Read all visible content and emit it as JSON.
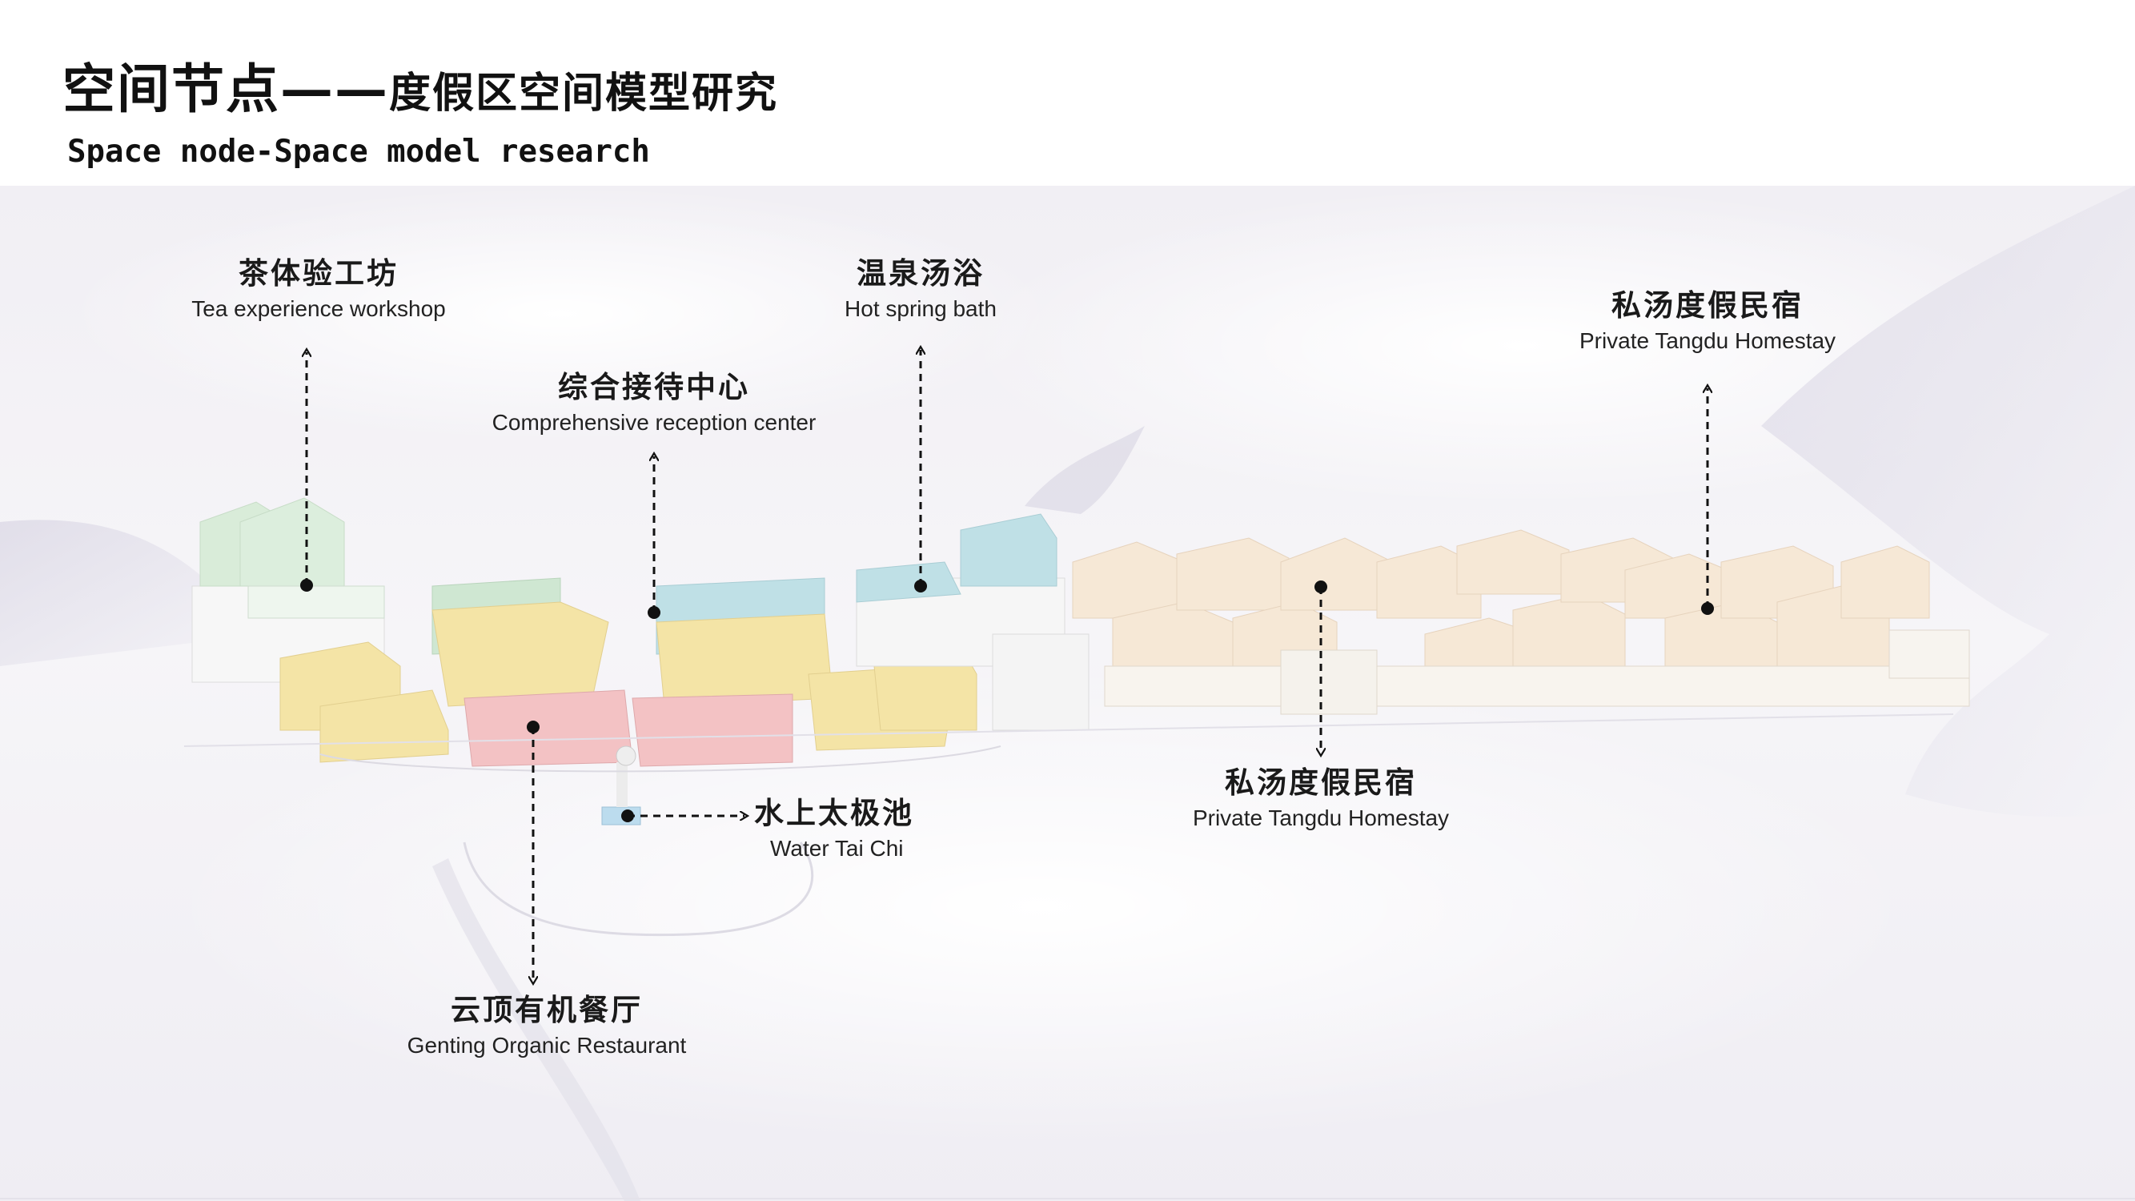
{
  "header": {
    "title_main": "空间节点——",
    "title_sub": "度假区空间模型研究",
    "subtitle_en": "Space node-Space model research"
  },
  "nodes": [
    {
      "zh": "茶体验工坊",
      "en": "Tea experience workshop"
    },
    {
      "zh": "综合接待中心",
      "en": "Comprehensive reception center"
    },
    {
      "zh": "温泉汤浴",
      "en": "Hot spring bath"
    },
    {
      "zh": "私汤度假民宿",
      "en": "Private Tangdu Homestay"
    },
    {
      "zh": "水上太极池",
      "en": "Water Tai Chi"
    },
    {
      "zh": "私汤度假民宿",
      "en": "Private Tangdu Homestay"
    },
    {
      "zh": "云顶有机餐厅",
      "en": "Genting Organic Restaurant"
    }
  ],
  "colors": {
    "label_text": "#1a1a1a",
    "leader_line": "#111111",
    "block_yellow": "#f4e4a6",
    "block_blue": "#bfe0e6",
    "block_green": "#cfe7d2",
    "block_pink": "#f3c2c4",
    "block_cream": "#f6e8d6",
    "terrain": "#eeecf3"
  }
}
